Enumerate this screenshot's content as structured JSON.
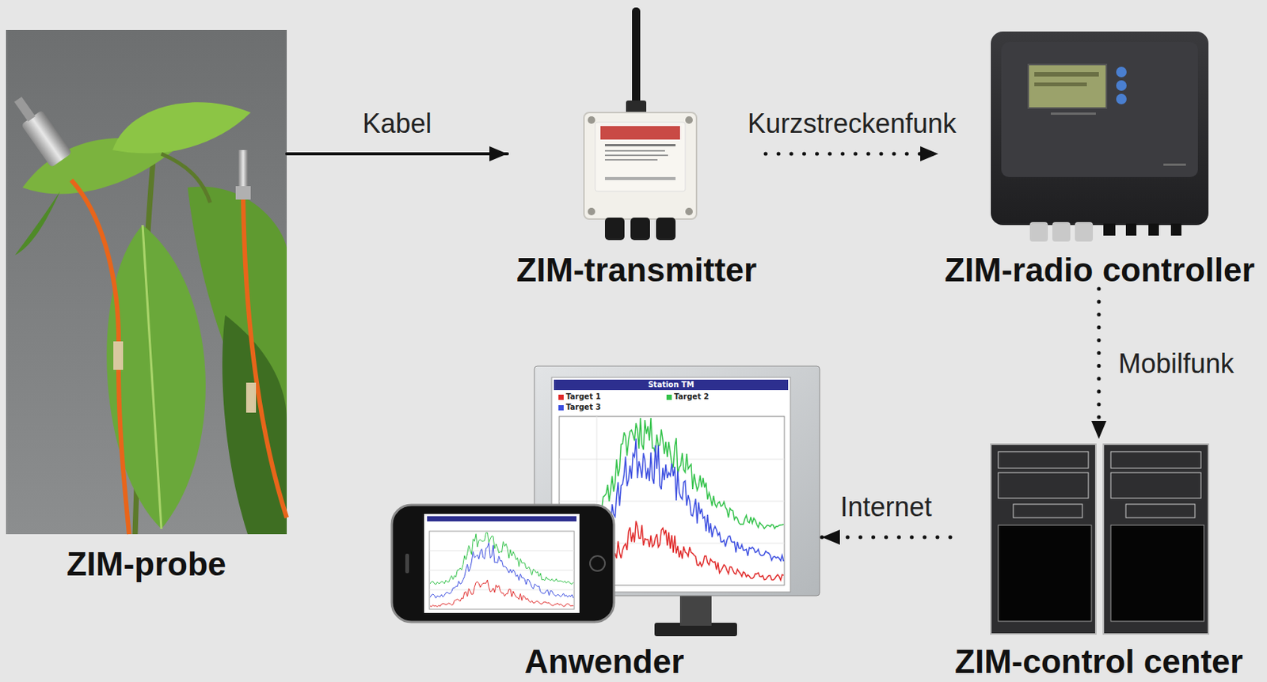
{
  "diagram": {
    "nodes": [
      {
        "text": [
          "ZIM-probe"
        ]
      },
      {
        "text": [
          "ZIM-transmitter"
        ]
      },
      {
        "text": [
          "ZIM-radio controller"
        ]
      },
      {
        "text": [
          "ZIM-control center"
        ]
      },
      {
        "text": [
          "Anwender"
        ]
      }
    ],
    "edges": [
      {
        "from": 0,
        "to": 1,
        "arrow": "to",
        "label": "Kabel"
      },
      {
        "from": 1,
        "to": 2,
        "arrow": "to",
        "label": "Kurzstreckenfunk"
      },
      {
        "from": 2,
        "to": 3,
        "arrow": "to",
        "label": "Mobilfunk"
      },
      {
        "from": 3,
        "to": 4,
        "arrow": "to",
        "label": "Internet"
      }
    ],
    "labels": [
      "Station TM"
    ],
    "legend": [
      {
        "text": "Target 1",
        "color": "#e02a2a"
      },
      {
        "text": "Target 2",
        "color": "#33c24a"
      },
      {
        "text": "Target 3",
        "color": "#3d4fe0"
      }
    ]
  }
}
